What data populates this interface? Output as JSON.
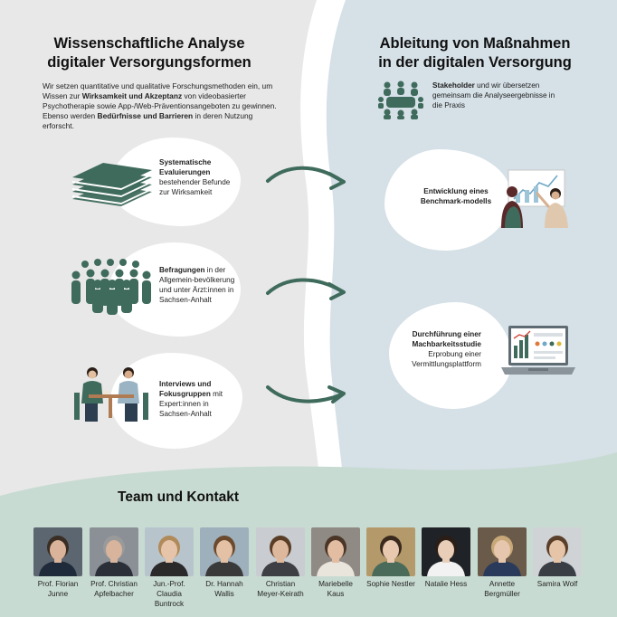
{
  "colors": {
    "left_bg": "#e8e8e8",
    "right_bg": "#d5e0e7",
    "bottom_bg": "#c8dbd2",
    "accent_green": "#3f6b5c",
    "white": "#ffffff"
  },
  "left": {
    "title_line1": "Wissenschaftliche Analyse",
    "title_line2": "digitaler Versorgungsformen",
    "intro": {
      "t1": "Wir setzen quantitative und qualitative Forschungsmethoden ein, um Wissen zur ",
      "b1": "Wirksamkeit und Akzeptanz",
      "t2": " von videobasierter Psychotherapie sowie App-/Web-Präventionsangeboten zu gewinnen.  Ebenso werden ",
      "b2": "Bedürfnisse und Barrieren",
      "t3": " in deren Nutzung erforscht."
    },
    "items": [
      {
        "bold": "Systematische Evaluierungen",
        "rest": " bestehender Befunde zur Wirksamkeit",
        "icon": "stacked-papers-icon"
      },
      {
        "bold": "Befragungen",
        "rest": " in der Allgemein-bevölkerung und unter Ärzt:innen in Sachsen-Anhalt",
        "icon": "crowd-icon"
      },
      {
        "bold": "Interviews und Fokusgruppen",
        "rest": " mit Expert:innen in Sachsen-Anhalt",
        "icon": "interview-icon"
      }
    ]
  },
  "right": {
    "title_line1": "Ableitung von Maßnahmen",
    "title_line2": "in der digitalen Versorgung",
    "stakeholder": {
      "bold": "Stakeholder",
      "rest": " und wir übersetzen gemeinsam die Analyseergebnisse in die Praxis",
      "icon": "meeting-table-icon"
    },
    "items": [
      {
        "bold": "Entwicklung eines Benchmark-modells",
        "rest": "",
        "icon": "presentation-icon"
      },
      {
        "bold": "Durchführung einer Machbarkeitsstudie",
        "rest": " Erprobung einer Vermittlungsplattform",
        "icon": "laptop-dashboard-icon"
      }
    ]
  },
  "team": {
    "title": "Team und Kontakt",
    "members": [
      {
        "name": "Prof. Florian Junne",
        "photo": {
          "bg": "#5c6670",
          "hair": "#3a2e24",
          "skin": "#d9b39a",
          "shirt": "#1f2a3a"
        }
      },
      {
        "name": "Prof. Christian Apfelbacher",
        "photo": {
          "bg": "#8a9096",
          "hair": "#9a9a9a",
          "skin": "#d8b49c",
          "shirt": "#2a2f38"
        }
      },
      {
        "name": "Jun.-Prof. Claudia Buntrock",
        "photo": {
          "bg": "#b8c4cc",
          "hair": "#b08a5a",
          "skin": "#e6c4aa",
          "shirt": "#2a2a2a"
        }
      },
      {
        "name": "Dr. Hannah Wallis",
        "photo": {
          "bg": "#9fb0bd",
          "hair": "#6b4a2e",
          "skin": "#e4c0a4",
          "shirt": "#3a3a3a"
        }
      },
      {
        "name": "Christian Meyer-Keirath",
        "photo": {
          "bg": "#c9ccd0",
          "hair": "#5a3d26",
          "skin": "#deb89c",
          "shirt": "#3d3f44"
        }
      },
      {
        "name": "Mariebelle Kaus",
        "photo": {
          "bg": "#8f8a84",
          "hair": "#4a3526",
          "skin": "#e2bda2",
          "shirt": "#e9e4dc"
        }
      },
      {
        "name": "Sophie Nestler",
        "photo": {
          "bg": "#b49a6a",
          "hair": "#3a2a1e",
          "skin": "#e8c8ae",
          "shirt": "#4a6a5a"
        }
      },
      {
        "name": "Natalie Hess",
        "photo": {
          "bg": "#1f2226",
          "hair": "#2a1e16",
          "skin": "#e8cdb8",
          "shirt": "#f2f2f2"
        }
      },
      {
        "name": "Annette Bergmüller",
        "photo": {
          "bg": "#6a5a4a",
          "hair": "#c8a878",
          "skin": "#e6c6ac",
          "shirt": "#2a3a5a"
        }
      },
      {
        "name": "Samira Wolf",
        "photo": {
          "bg": "#cfd3d6",
          "hair": "#5a3f2a",
          "skin": "#e6c4a8",
          "shirt": "#3a3f46"
        }
      }
    ]
  }
}
